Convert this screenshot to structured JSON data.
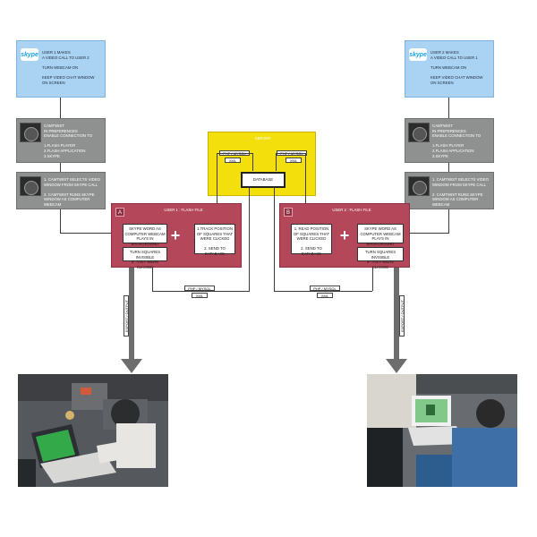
{
  "user1": {
    "skype_logo": "skype",
    "skype_text": "USER 1 MAKES\nA VIDEO CALL TO USER 2\n\nTURN WEBCAM ON\n\nKEEP VIDEO CHAT WINDOW\nON SCREEN",
    "camtwist_prefs": "CAMTWIST\nIN PREFERENCES\nENABLE CONNECTION TO\n\n1.FLASH PLAYER\n2.FLASH APPLICATION\n3.SKYPE",
    "camtwist_steps": "1. CAMTWIST SELECTS VIDEO\nWINDOW FROM SKYPE CALL\n\n2. CAMTWIST RUNS SKYPE\nWINDOW AS COMPUTER\nWEBCAM",
    "flash_title": "USER 1 : FLASH FILE",
    "flash_icon_letter": "A",
    "box_skype_webcam": "SKYPE WORD AS\nCOMPUTER WEBCAM\nPLAYS IN BACKGROUND",
    "box_turn_squares": "TURN SQUARES INVISIBLE\nIF THEY WERE CLICKED",
    "box_track": "1.TRACK POSITION\nOF SQUARES THAT\nWERE CLICKED\n\n2. SEND TO DATABASE",
    "export_label": "EXPORT / OUTPUT"
  },
  "user2": {
    "skype_logo": "skype",
    "skype_text": "USER 2 MAKES\nA VIDEO CALL TO USER 1\n\nTURN WEBCAM ON\n\nKEEP VIDEO CHAT WINDOW\nON SCREEN",
    "camtwist_prefs": "CAMTWIST\nIN PREFERENCES\nENABLE CONNECTION TO\n\n1.FLASH PLAYER\n2.FLASH APPLICATION\n3.SKYPE",
    "camtwist_steps": "1. CAMTWIST SELECTS VIDEO\nWINDOW FROM SKYPE CALL\n\n2. CAMTWIST RUNS SKYPE\nWINDOW AS COMPUTER\nWEBCAM",
    "flash_title": "USER 2 : FLASH FILE",
    "flash_icon_letter": "B",
    "box_read": "1. READ POSITION\nOF SQUARES THAT\nWERE CLICKED\n\n2. SEND TO DATABASE",
    "box_skype_webcam": "SKYPE WORD AS\nCOMPUTER WEBCAM\nPLAYS IN BACKGROUND",
    "box_turn_squares": "TURN SQUARES INVISIBLE\nIF THEY WERE CLICKED",
    "export_label": "EXPORT / OUTPUT"
  },
  "server": {
    "title": "SERVER",
    "database_label": "DATABASE",
    "left_php": "PHP / MYSQL",
    "left_xml": "XML",
    "right_php": "PHP / MYSQL",
    "right_xml": "XML"
  },
  "connectors": {
    "left_php": "PHP / MYSQL",
    "left_xml": "XML",
    "right_php": "PHP / MYSQL",
    "right_xml": "XML"
  },
  "colors": {
    "skype_blue": "#a9d2f3",
    "camtwist_gray": "#8f9090",
    "server_yellow": "#f2df0c",
    "flash_red": "#b4475a",
    "arrow_gray": "#6d6d6d"
  }
}
